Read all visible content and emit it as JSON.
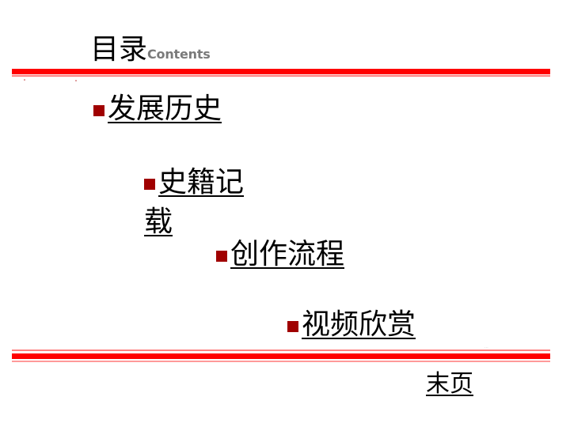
{
  "slide": {
    "title": "目录",
    "title_sub": "Contents",
    "nav_items": [
      {
        "label": "发展历史"
      },
      {
        "label": "史籍记载"
      },
      {
        "label": "创作流程"
      },
      {
        "label": "视频欣赏"
      }
    ],
    "end_link": "末页",
    "watermark_text": "..."
  },
  "colors": {
    "rule": "#ff0000",
    "bullet": "#a00000"
  }
}
